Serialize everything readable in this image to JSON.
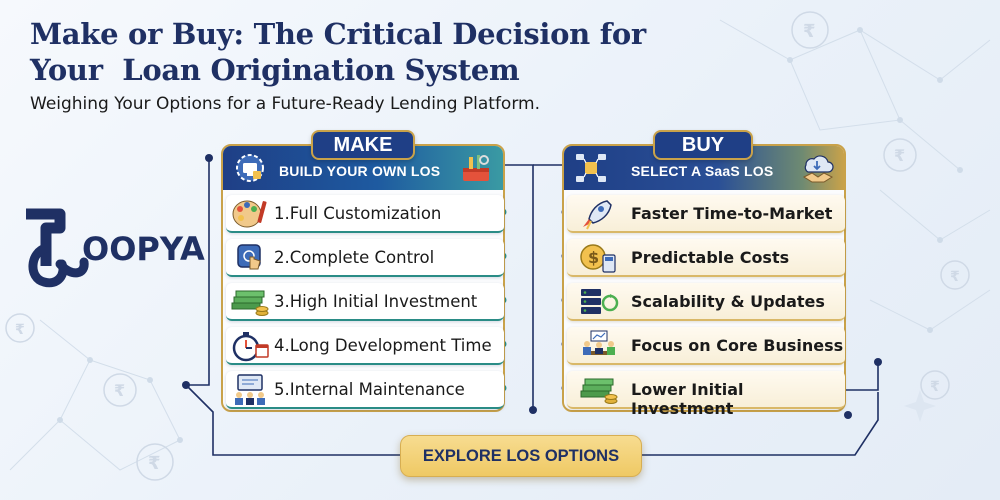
{
  "title": {
    "line1": "Make or Buy: The Critical Decision for",
    "line2": "Your  Loan Origination System"
  },
  "subtitle": "Weighing Your Options for a Future-Ready Lending Platform.",
  "logo": {
    "wordmark": "OOPYA",
    "brand": "Roopya",
    "colors": {
      "navy": "#1f3064"
    }
  },
  "make": {
    "tag": "MAKE",
    "header": "BUILD YOUR OWN LOS",
    "header_icon": "gear-monitor-icon",
    "header_icon_right": "toolbox-icon",
    "items": [
      {
        "label": "1.Full Customization",
        "icon": "palette-icon"
      },
      {
        "label": "2.Complete Control",
        "icon": "touch-control-icon"
      },
      {
        "label": "3.High Initial Investment",
        "icon": "money-stack-icon"
      },
      {
        "label": "4.Long Development Time",
        "icon": "stopwatch-calendar-icon"
      },
      {
        "label": "5.Internal Maintenance",
        "icon": "maintenance-team-icon"
      }
    ]
  },
  "buy": {
    "tag": "BUY",
    "header": "SELECT A SaaS LOS",
    "header_icon": "cloud-network-icon",
    "header_icon_right": "handshake-cloud-icon",
    "items": [
      {
        "label": "Faster Time-to-Market",
        "icon": "rocket-icon"
      },
      {
        "label": "Predictable Costs",
        "icon": "coin-calculator-icon"
      },
      {
        "label": "Scalability & Updates",
        "icon": "server-sync-icon"
      },
      {
        "label": "Focus on Core Business",
        "icon": "team-meeting-icon"
      },
      {
        "label": "Lower Initial Investment",
        "icon": "money-stack-icon"
      }
    ]
  },
  "cta": {
    "label": "EXPLORE LOS OPTIONS"
  },
  "colors": {
    "navy": "#1f3064",
    "gold": "#c9a24a",
    "teal": "#2a8c86",
    "cta_gold": "#efc964"
  }
}
